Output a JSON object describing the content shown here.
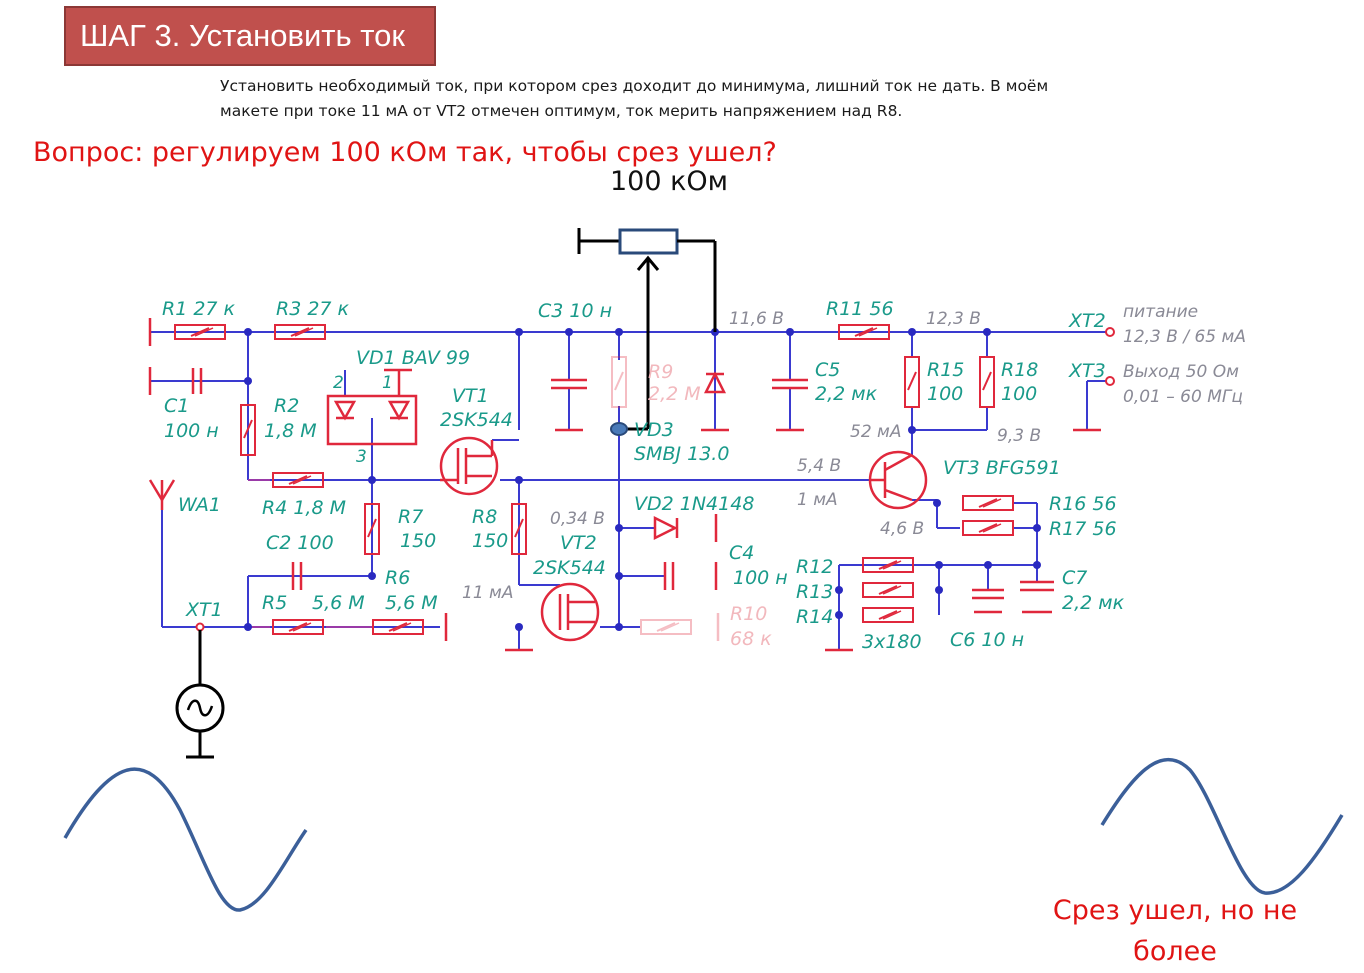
{
  "slide": {
    "title": "ШАГ 3. Установить ток",
    "instruction": "Установить необходимый ток, при котором срез доходит до минимума, лишний ток не дать. В моём макете при токе 11 мА от VT2 отмечен оптимум, ток мерить напряжением над R8.",
    "question": "Вопрос: регулируем 100 кОм так, чтобы срез ушел?",
    "pot_label": "100 кОм",
    "result": "Срез ушел, но не более"
  },
  "schematic": {
    "labels": {
      "r1": "R1  27 к",
      "r3": "R3  27 к",
      "c3": "C3  10 н",
      "v116": "11,6 В",
      "r11": "R11   56",
      "v123": "12,3 В",
      "xt2": "XT2",
      "power1": "питание",
      "power2": "12,3 В / 65 мА",
      "vd1": "VD1 BAV 99",
      "pin2": "2",
      "pin1": "1",
      "pin3": "3",
      "r9": "R9",
      "r9v": "2,2 М",
      "c5": "C5",
      "c5v": "2,2 мк",
      "r15": "R15",
      "r15v": "100",
      "r18": "R18",
      "r18v": "100",
      "xt3": "XT3",
      "out1": "Выход 50 Ом",
      "out2": "0,01 – 60 МГц",
      "c1": "C1",
      "c1v": "100 н",
      "r2": "R2",
      "r2v": "1,8 М",
      "vt1": "VT1",
      "vt1t": "2SK544",
      "vd3": "VD3",
      "vd3t": "SMBJ 13.0",
      "i52": "52 мА",
      "v93": "9,3 В",
      "v54": "5,4 В",
      "vt3": "VT3  BFG591",
      "i1": "1 мА",
      "wa1": "WA1",
      "r4": "R4 1,8 М",
      "r7": "R7",
      "r7v": "150",
      "r8": "R8",
      "r8v": "150",
      "v034": "0,34 В",
      "vt2": "VT2",
      "vt2t": "2SK544",
      "vd2": "VD2  1N4148",
      "v46": "4,6 В",
      "r16": "R16 56",
      "r17": "R17 56",
      "c2": "C2 100",
      "r6": "R6",
      "c4": "C4",
      "c4v": "100 н",
      "r12": "R12",
      "r13": "R13",
      "r14": "R14",
      "c7": "C7",
      "c7v": "2,2 мк",
      "i11": "11 мА",
      "xt1": "XT1",
      "r5": "R5",
      "r5v": "5,6 М",
      "r6v": "5,6 М",
      "r10": "R10",
      "r10v": "68 к",
      "r3x": "3x180",
      "c6": "C6   10 н"
    }
  },
  "colors": {
    "title_bg": "#c0504d",
    "wire": "#3a3ad0",
    "component": "#e0283c",
    "label": "#1a9a8a",
    "note": "#8a8a96",
    "wave": "#3b5f99",
    "question": "#e01414"
  }
}
